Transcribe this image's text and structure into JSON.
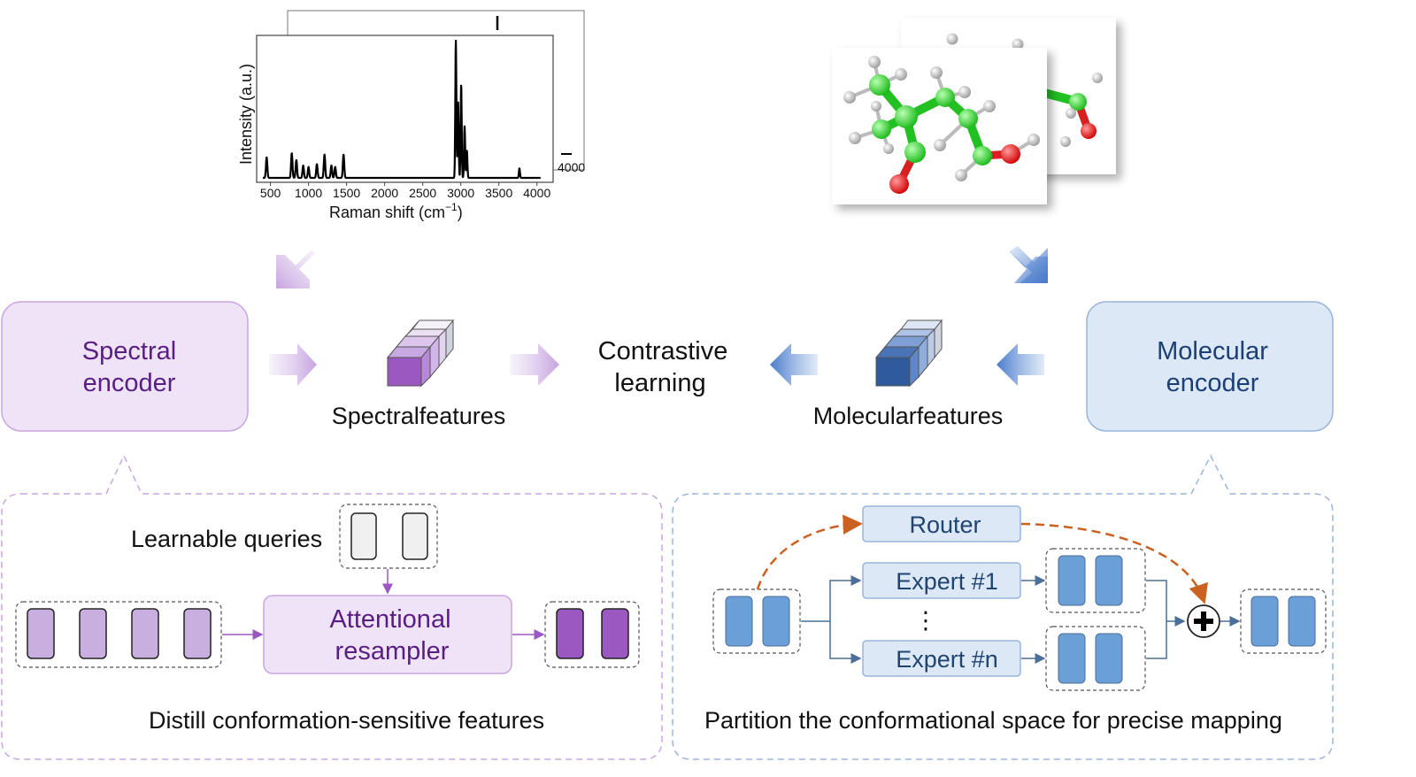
{
  "spectrum": {
    "xlabel_main": "Raman shift (cm",
    "xlabel_sup": "−1",
    "xlabel_close": ")",
    "ylabel": "Intensity (a.u.)",
    "back_tick": "4000",
    "ticks": [
      "500",
      "1000",
      "1500",
      "2000",
      "2500",
      "3000",
      "3500",
      "4000"
    ]
  },
  "chart_data": {
    "type": "line",
    "xlabel": "Raman shift (cm−1)",
    "ylabel": "Intensity (a.u.)",
    "xlim": [
      400,
      4050
    ],
    "x_ticks": [
      500,
      1000,
      1500,
      2000,
      2500,
      3000,
      3500,
      4000
    ],
    "peaks": [
      {
        "x": 450,
        "y": 0.15
      },
      {
        "x": 780,
        "y": 0.18
      },
      {
        "x": 840,
        "y": 0.13
      },
      {
        "x": 930,
        "y": 0.09
      },
      {
        "x": 1000,
        "y": 0.08
      },
      {
        "x": 1110,
        "y": 0.1
      },
      {
        "x": 1210,
        "y": 0.17
      },
      {
        "x": 1300,
        "y": 0.09
      },
      {
        "x": 1350,
        "y": 0.08
      },
      {
        "x": 1460,
        "y": 0.17
      },
      {
        "x": 2935,
        "y": 1.0
      },
      {
        "x": 2965,
        "y": 0.55
      },
      {
        "x": 3005,
        "y": 0.68
      },
      {
        "x": 3050,
        "y": 0.38
      },
      {
        "x": 3080,
        "y": 0.2
      },
      {
        "x": 3770,
        "y": 0.07
      }
    ]
  },
  "colors": {
    "purple_box_fill": "#efe4f7",
    "purple_box_stroke": "#c9a7e0",
    "purple_text": "#5a1e82",
    "blue_box_fill": "#dde8f7",
    "blue_box_stroke": "#9ab4dc",
    "blue_text": "#1b3f75",
    "light_purple_token": "#c9aee0",
    "dark_purple_token": "#9b58c0",
    "blue_token": "#6b9fd8",
    "orange_dash": "#cc6020",
    "bottom_blue_text": "#1f4470"
  },
  "top": {
    "spectral_encoder": [
      "Spectral",
      "encoder"
    ],
    "molecular_encoder": [
      "Molecular",
      "encoder"
    ],
    "contrastive": [
      "Contrastive",
      "learning"
    ],
    "spectral_features": "Spectralfeatures",
    "molecular_features": "Molecularfeatures"
  },
  "left_panel": {
    "learnable_queries": "Learnable queries",
    "resampler": [
      "Attentional",
      "resampler"
    ],
    "caption": "Distill conformation-sensitive features"
  },
  "right_panel": {
    "router": "Router",
    "expert1": "Expert #1",
    "expertn": "Expert #n",
    "dots": "⋮",
    "caption": "Partition the conformational space for precise mapping"
  }
}
